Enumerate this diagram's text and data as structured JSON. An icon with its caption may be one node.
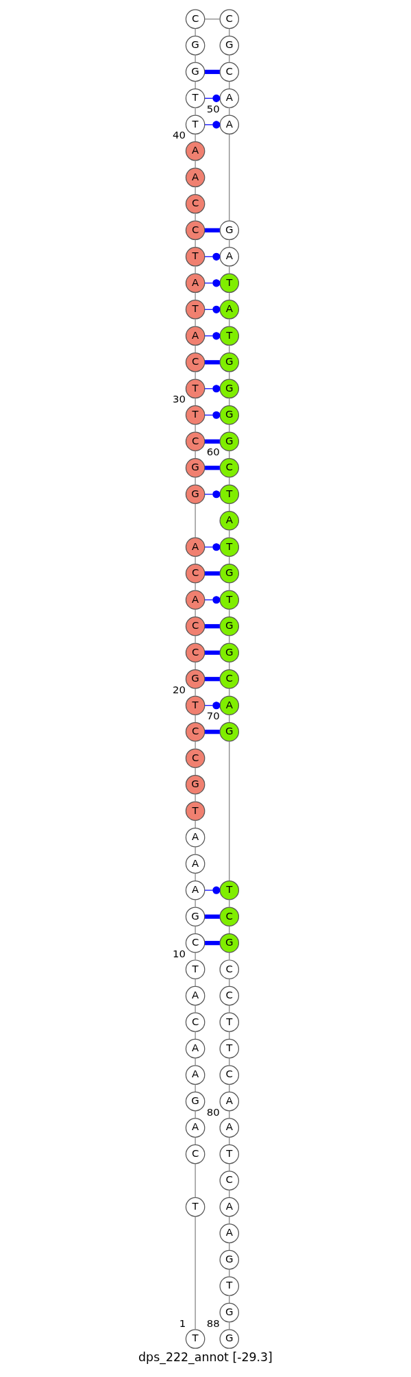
{
  "diagram": {
    "caption": "dps_222_annot [-29.3]",
    "nodes": [
      {
        "text": [
          "T"
        ],
        "beside": [
          "1"
        ]
      },
      {
        "text": [
          "T"
        ]
      },
      {
        "text": [
          "C"
        ]
      },
      {
        "text": [
          "A"
        ]
      },
      {
        "text": [
          "G"
        ]
      },
      {
        "text": [
          "A"
        ]
      },
      {
        "text": [
          "A"
        ]
      },
      {
        "text": [
          "C"
        ]
      },
      {
        "text": [
          "A"
        ]
      },
      {
        "text": [
          "T"
        ],
        "beside": [
          "10"
        ]
      },
      {
        "text": [
          "C"
        ]
      },
      {
        "text": [
          "G"
        ]
      },
      {
        "text": [
          "A"
        ]
      },
      {
        "text": [
          "A"
        ]
      },
      {
        "text": [
          "A"
        ]
      },
      {
        "text": [
          "T"
        ]
      },
      {
        "text": [
          "G"
        ]
      },
      {
        "text": [
          "C"
        ]
      },
      {
        "text": [
          "C"
        ]
      },
      {
        "text": [
          "T"
        ],
        "beside": [
          "20"
        ]
      },
      {
        "text": [
          "G"
        ]
      },
      {
        "text": [
          "C"
        ]
      },
      {
        "text": [
          "C"
        ]
      },
      {
        "text": [
          "A"
        ]
      },
      {
        "text": [
          "C"
        ]
      },
      {
        "text": [
          "A"
        ]
      },
      {
        "text": [
          "G"
        ]
      },
      {
        "text": [
          "G"
        ]
      },
      {
        "text": [
          "C"
        ]
      },
      {
        "text": [
          "T"
        ],
        "beside": [
          "30"
        ]
      },
      {
        "text": [
          "T"
        ]
      },
      {
        "text": [
          "C"
        ]
      },
      {
        "text": [
          "A"
        ]
      },
      {
        "text": [
          "T"
        ]
      },
      {
        "text": [
          "A"
        ]
      },
      {
        "text": [
          "T"
        ]
      },
      {
        "text": [
          "C"
        ]
      },
      {
        "text": [
          "C"
        ]
      },
      {
        "text": [
          "A"
        ]
      },
      {
        "text": [
          "A"
        ],
        "beside": [
          "40"
        ]
      },
      {
        "text": [
          "T"
        ]
      },
      {
        "text": [
          "T"
        ]
      },
      {
        "text": [
          "G"
        ]
      },
      {
        "text": [
          "G"
        ]
      },
      {
        "text": [
          "C"
        ]
      },
      {
        "text": [
          "C"
        ]
      },
      {
        "text": [
          "G"
        ]
      },
      {
        "text": [
          "C"
        ]
      },
      {
        "text": [
          "A"
        ]
      },
      {
        "text": [
          "A"
        ],
        "beside": [
          "50"
        ]
      },
      {
        "text": [
          "G"
        ]
      },
      {
        "text": [
          "A"
        ]
      },
      {
        "text": [
          "T"
        ]
      },
      {
        "text": [
          "A"
        ]
      },
      {
        "text": [
          "T"
        ]
      },
      {
        "text": [
          "G"
        ]
      },
      {
        "text": [
          "G"
        ]
      },
      {
        "text": [
          "G"
        ]
      },
      {
        "text": [
          "G"
        ]
      },
      {
        "text": [
          "C"
        ],
        "beside": [
          "60"
        ]
      },
      {
        "text": [
          "T"
        ]
      },
      {
        "text": [
          "A"
        ]
      },
      {
        "text": [
          "T"
        ]
      },
      {
        "text": [
          "G"
        ]
      },
      {
        "text": [
          "T"
        ]
      },
      {
        "text": [
          "G"
        ]
      },
      {
        "text": [
          "G"
        ]
      },
      {
        "text": [
          "C"
        ]
      },
      {
        "text": [
          "A"
        ]
      },
      {
        "text": [
          "G"
        ],
        "beside": [
          "70"
        ]
      },
      {
        "text": [
          "T"
        ]
      },
      {
        "text": [
          "C"
        ]
      },
      {
        "text": [
          "G"
        ]
      },
      {
        "text": [
          "C"
        ]
      },
      {
        "text": [
          "C"
        ]
      },
      {
        "text": [
          "T"
        ]
      },
      {
        "text": [
          "T"
        ]
      },
      {
        "text": [
          "C"
        ]
      },
      {
        "text": [
          "A"
        ]
      },
      {
        "text": [
          "A"
        ],
        "beside": [
          "80"
        ]
      },
      {
        "text": [
          "T"
        ]
      },
      {
        "text": [
          "C"
        ]
      },
      {
        "text": [
          "A"
        ]
      },
      {
        "text": [
          "A"
        ]
      },
      {
        "text": [
          "G"
        ]
      },
      {
        "text": [
          "T"
        ]
      },
      {
        "text": [
          "G"
        ]
      },
      {
        "text": [
          "G"
        ],
        "beside": [
          "88"
        ]
      }
    ],
    "edges": [
      {
        "from": 0,
        "to": 1,
        "arrow": "none"
      },
      {
        "from": 1,
        "to": 2,
        "arrow": "none"
      },
      {
        "from": 2,
        "to": 3,
        "arrow": "none"
      },
      {
        "from": 3,
        "to": 4,
        "arrow": "none"
      },
      {
        "from": 4,
        "to": 5,
        "arrow": "none"
      },
      {
        "from": 5,
        "to": 6,
        "arrow": "none"
      },
      {
        "from": 6,
        "to": 7,
        "arrow": "none"
      },
      {
        "from": 7,
        "to": 8,
        "arrow": "none"
      },
      {
        "from": 8,
        "to": 9,
        "arrow": "none"
      },
      {
        "from": 9,
        "to": 10,
        "arrow": "none"
      },
      {
        "from": 10,
        "to": 11,
        "arrow": "none"
      },
      {
        "from": 11,
        "to": 12,
        "arrow": "none"
      },
      {
        "from": 12,
        "to": 13,
        "arrow": "none"
      },
      {
        "from": 13,
        "to": 14,
        "arrow": "none"
      },
      {
        "from": 14,
        "to": 15,
        "arrow": "none"
      },
      {
        "from": 15,
        "to": 16,
        "arrow": "none"
      },
      {
        "from": 16,
        "to": 17,
        "arrow": "none"
      },
      {
        "from": 17,
        "to": 18,
        "arrow": "none"
      },
      {
        "from": 18,
        "to": 19,
        "arrow": "none"
      },
      {
        "from": 19,
        "to": 20,
        "arrow": "none"
      },
      {
        "from": 20,
        "to": 21,
        "arrow": "none"
      },
      {
        "from": 21,
        "to": 22,
        "arrow": "none"
      },
      {
        "from": 22,
        "to": 23,
        "arrow": "none"
      },
      {
        "from": 23,
        "to": 24,
        "arrow": "none"
      },
      {
        "from": 24,
        "to": 25,
        "arrow": "none"
      },
      {
        "from": 25,
        "to": 26,
        "arrow": "none"
      },
      {
        "from": 26,
        "to": 27,
        "arrow": "none"
      },
      {
        "from": 27,
        "to": 28,
        "arrow": "none"
      },
      {
        "from": 28,
        "to": 29,
        "arrow": "none"
      },
      {
        "from": 29,
        "to": 30,
        "arrow": "none"
      },
      {
        "from": 30,
        "to": 31,
        "arrow": "none"
      },
      {
        "from": 31,
        "to": 32,
        "arrow": "none"
      },
      {
        "from": 32,
        "to": 33,
        "arrow": "none"
      },
      {
        "from": 33,
        "to": 34,
        "arrow": "none"
      },
      {
        "from": 34,
        "to": 35,
        "arrow": "none"
      },
      {
        "from": 35,
        "to": 36,
        "arrow": "none"
      },
      {
        "from": 36,
        "to": 37,
        "arrow": "none"
      },
      {
        "from": 37,
        "to": 38,
        "arrow": "none"
      },
      {
        "from": 38,
        "to": 39,
        "arrow": "none"
      },
      {
        "from": 39,
        "to": 40,
        "arrow": "none"
      },
      {
        "from": 40,
        "to": 41,
        "arrow": "none"
      },
      {
        "from": 41,
        "to": 42,
        "arrow": "none"
      },
      {
        "from": 42,
        "to": 43,
        "arrow": "none"
      },
      {
        "from": 43,
        "to": 44,
        "arrow": "none"
      },
      {
        "from": 44,
        "to": 45,
        "arrow": "none"
      },
      {
        "from": 45,
        "to": 46,
        "arrow": "none"
      },
      {
        "from": 46,
        "to": 47,
        "arrow": "none"
      },
      {
        "from": 47,
        "to": 48,
        "arrow": "none"
      },
      {
        "from": 48,
        "to": 49,
        "arrow": "none"
      },
      {
        "from": 49,
        "to": 50,
        "arrow": "none"
      },
      {
        "from": 50,
        "to": 51,
        "arrow": "none"
      },
      {
        "from": 51,
        "to": 52,
        "arrow": "none"
      },
      {
        "from": 52,
        "to": 53,
        "arrow": "none"
      },
      {
        "from": 53,
        "to": 54,
        "arrow": "none"
      },
      {
        "from": 54,
        "to": 55,
        "arrow": "none"
      },
      {
        "from": 55,
        "to": 56,
        "arrow": "none"
      },
      {
        "from": 56,
        "to": 57,
        "arrow": "none"
      },
      {
        "from": 57,
        "to": 58,
        "arrow": "none"
      },
      {
        "from": 58,
        "to": 59,
        "arrow": "none"
      },
      {
        "from": 59,
        "to": 60,
        "arrow": "none"
      },
      {
        "from": 60,
        "to": 61,
        "arrow": "none"
      },
      {
        "from": 61,
        "to": 62,
        "arrow": "none"
      },
      {
        "from": 62,
        "to": 63,
        "arrow": "none"
      },
      {
        "from": 63,
        "to": 64,
        "arrow": "none"
      },
      {
        "from": 64,
        "to": 65,
        "arrow": "none"
      },
      {
        "from": 65,
        "to": 66,
        "arrow": "none"
      },
      {
        "from": 66,
        "to": 67,
        "arrow": "none"
      },
      {
        "from": 67,
        "to": 68,
        "arrow": "none"
      },
      {
        "from": 68,
        "to": 69,
        "arrow": "none"
      },
      {
        "from": 69,
        "to": 70,
        "arrow": "none"
      },
      {
        "from": 70,
        "to": 71,
        "arrow": "none"
      },
      {
        "from": 71,
        "to": 72,
        "arrow": "none"
      },
      {
        "from": 72,
        "to": 73,
        "arrow": "none"
      },
      {
        "from": 73,
        "to": 74,
        "arrow": "none"
      },
      {
        "from": 74,
        "to": 75,
        "arrow": "none"
      },
      {
        "from": 75,
        "to": 76,
        "arrow": "none"
      },
      {
        "from": 76,
        "to": 77,
        "arrow": "none"
      },
      {
        "from": 77,
        "to": 78,
        "arrow": "none"
      },
      {
        "from": 78,
        "to": 79,
        "arrow": "none"
      },
      {
        "from": 79,
        "to": 80,
        "arrow": "none"
      },
      {
        "from": 80,
        "to": 81,
        "arrow": "none"
      },
      {
        "from": 81,
        "to": 82,
        "arrow": "none"
      },
      {
        "from": 82,
        "to": 83,
        "arrow": "none"
      },
      {
        "from": 83,
        "to": 84,
        "arrow": "none"
      },
      {
        "from": 84,
        "to": 85,
        "arrow": "none"
      },
      {
        "from": 85,
        "to": 86,
        "arrow": "none"
      },
      {
        "from": 86,
        "to": 87,
        "arrow": "none"
      },
      {
        "from": 10,
        "to": 72,
        "arrow": "none",
        "style": "thick",
        "color": "#0000ff"
      },
      {
        "from": 11,
        "to": 71,
        "arrow": "none",
        "style": "thick",
        "color": "#0000ff"
      },
      {
        "from": 12,
        "to": 70,
        "arrow": "other",
        "color": "#0000ff"
      },
      {
        "from": 18,
        "to": 69,
        "arrow": "none",
        "style": "thick",
        "color": "#0000ff"
      },
      {
        "from": 19,
        "to": 68,
        "arrow": "other",
        "color": "#0000ff"
      },
      {
        "from": 20,
        "to": 67,
        "arrow": "none",
        "style": "thick",
        "color": "#0000ff"
      },
      {
        "from": 21,
        "to": 66,
        "arrow": "none",
        "style": "thick",
        "color": "#0000ff"
      },
      {
        "from": 22,
        "to": 65,
        "arrow": "none",
        "style": "thick",
        "color": "#0000ff"
      },
      {
        "from": 23,
        "to": 64,
        "arrow": "other",
        "color": "#0000ff"
      },
      {
        "from": 24,
        "to": 63,
        "arrow": "none",
        "style": "thick",
        "color": "#0000ff"
      },
      {
        "from": 25,
        "to": 62,
        "arrow": "other",
        "color": "#0000ff"
      },
      {
        "from": 26,
        "to": 60,
        "arrow": "other",
        "color": "#0000ff"
      },
      {
        "from": 27,
        "to": 59,
        "arrow": "none",
        "style": "thick",
        "color": "#0000ff"
      },
      {
        "from": 28,
        "to": 58,
        "arrow": "none",
        "style": "thick",
        "color": "#0000ff"
      },
      {
        "from": 29,
        "to": 57,
        "arrow": "other",
        "color": "#0000ff"
      },
      {
        "from": 30,
        "to": 56,
        "arrow": "other",
        "color": "#0000ff"
      },
      {
        "from": 31,
        "to": 55,
        "arrow": "none",
        "style": "thick",
        "color": "#0000ff"
      },
      {
        "from": 32,
        "to": 54,
        "arrow": "other",
        "color": "#0000ff"
      },
      {
        "from": 33,
        "to": 53,
        "arrow": "other",
        "color": "#0000ff"
      },
      {
        "from": 34,
        "to": 52,
        "arrow": "other",
        "color": "#0000ff"
      },
      {
        "from": 35,
        "to": 51,
        "arrow": "other",
        "color": "#0000ff"
      },
      {
        "from": 36,
        "to": 50,
        "arrow": "none",
        "style": "thick",
        "color": "#0000ff"
      },
      {
        "from": 40,
        "to": 49,
        "arrow": "other",
        "color": "#0000ff"
      },
      {
        "from": 41,
        "to": 48,
        "arrow": "other",
        "color": "#0000ff"
      },
      {
        "from": 42,
        "to": 47,
        "arrow": "none",
        "style": "thick",
        "color": "#0000ff"
      }
    ]
  }
}
